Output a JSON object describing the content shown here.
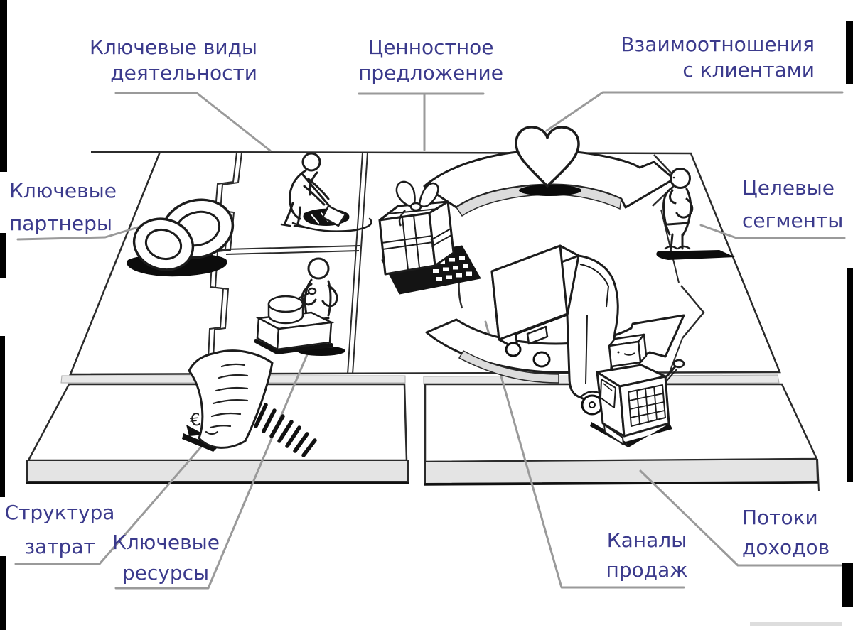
{
  "diagram": {
    "type": "business-model-canvas-sketch",
    "language": "ru",
    "colors": {
      "background": "#ffffff",
      "ink": "#1c1c1c",
      "label_text": "#3b3a8c",
      "leader_line": "#9a9a9a",
      "platform_side": "#e4e4e4"
    },
    "labels": {
      "key_activities": {
        "line1": "Ключевые виды",
        "line2": "деятельности"
      },
      "value_proposition": {
        "line1": "Ценностное",
        "line2": "предложение"
      },
      "customer_relationships": {
        "line1": "Взаимоотношения",
        "line2": "с клиентами"
      },
      "key_partners": {
        "line1": "Ключевые",
        "line2": "партнеры"
      },
      "customer_segments": {
        "line1": "Целевые",
        "line2": "сегменты"
      },
      "cost_structure": {
        "line1": "Структура",
        "line2": "затрат"
      },
      "key_resources": {
        "line1": "Ключевые",
        "line2": "ресурсы"
      },
      "channels": {
        "line1": "Каналы",
        "line2": "продаж"
      },
      "revenue_streams": {
        "line1": "Потоки",
        "line2": "доходов"
      }
    },
    "figures": {
      "paper_symbol": "€",
      "icons": [
        {
          "name": "linked-rings-icon",
          "depicts": "партнерство"
        },
        {
          "name": "digging-person-icon",
          "depicts": "деятельность"
        },
        {
          "name": "person-with-machine-icon",
          "depicts": "ресурсы"
        },
        {
          "name": "gift-box-icon",
          "depicts": "предложение"
        },
        {
          "name": "heart-icon",
          "depicts": "отношения"
        },
        {
          "name": "delivery-truck-icon",
          "depicts": "каналы"
        },
        {
          "name": "thinking-person-icon",
          "depicts": "сегменты"
        },
        {
          "name": "document-icon",
          "depicts": "затраты"
        },
        {
          "name": "cash-register-icon",
          "depicts": "доходы"
        }
      ]
    }
  }
}
